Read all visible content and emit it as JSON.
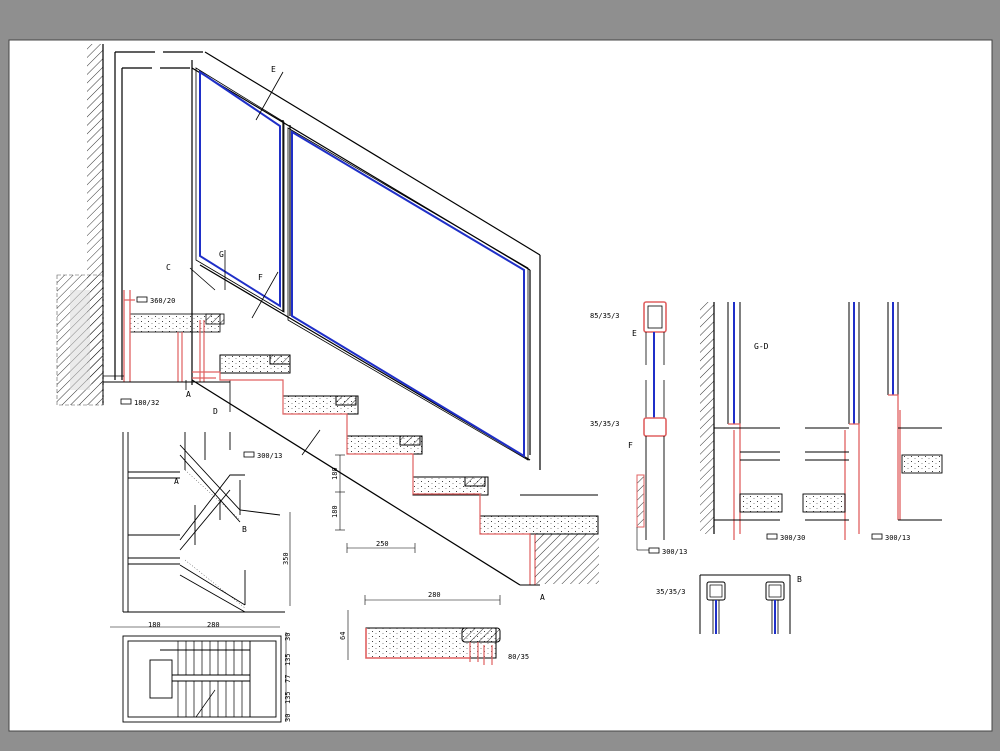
{
  "colors": {
    "background_gray": "#8f8f8f",
    "sheet": "#ffffff",
    "line": "#000000",
    "glass_blue": "#1f2fc8",
    "profile_red": "#e06060"
  },
  "labels": {
    "section_e": "E",
    "section_c": "C",
    "section_g": "G",
    "section_f": "F",
    "section_a": "A",
    "section_d": "D",
    "section_a_bottom": "A",
    "section_gd": "G-D",
    "section_e_detail": "E",
    "section_f_detail": "F",
    "section_b": "B",
    "plan_a": "A",
    "plan_b": "B"
  },
  "profiles": {
    "p360_20": "360/20",
    "p180_32": "180/32",
    "p300_13_main": "300/13",
    "p85_35_3": "85/35/3",
    "p35_35_3_mid": "35/35/3",
    "p300_13_detailF": "300/13",
    "p300_30": "300/30",
    "p300_13_right": "300/13",
    "p35_35_3_bottom": "35/35/3",
    "p80_35": "80/35"
  },
  "dimensions": {
    "rise_1": "180",
    "rise_2": "180",
    "going": "250",
    "tread_width": "280",
    "tread_thick": "64",
    "elev_height": "350",
    "plan_w1": "180",
    "plan_w2": "280",
    "plan_h1": "30",
    "plan_h2": "135",
    "plan_h3": "77",
    "plan_h4": "135",
    "plan_h5": "30"
  }
}
